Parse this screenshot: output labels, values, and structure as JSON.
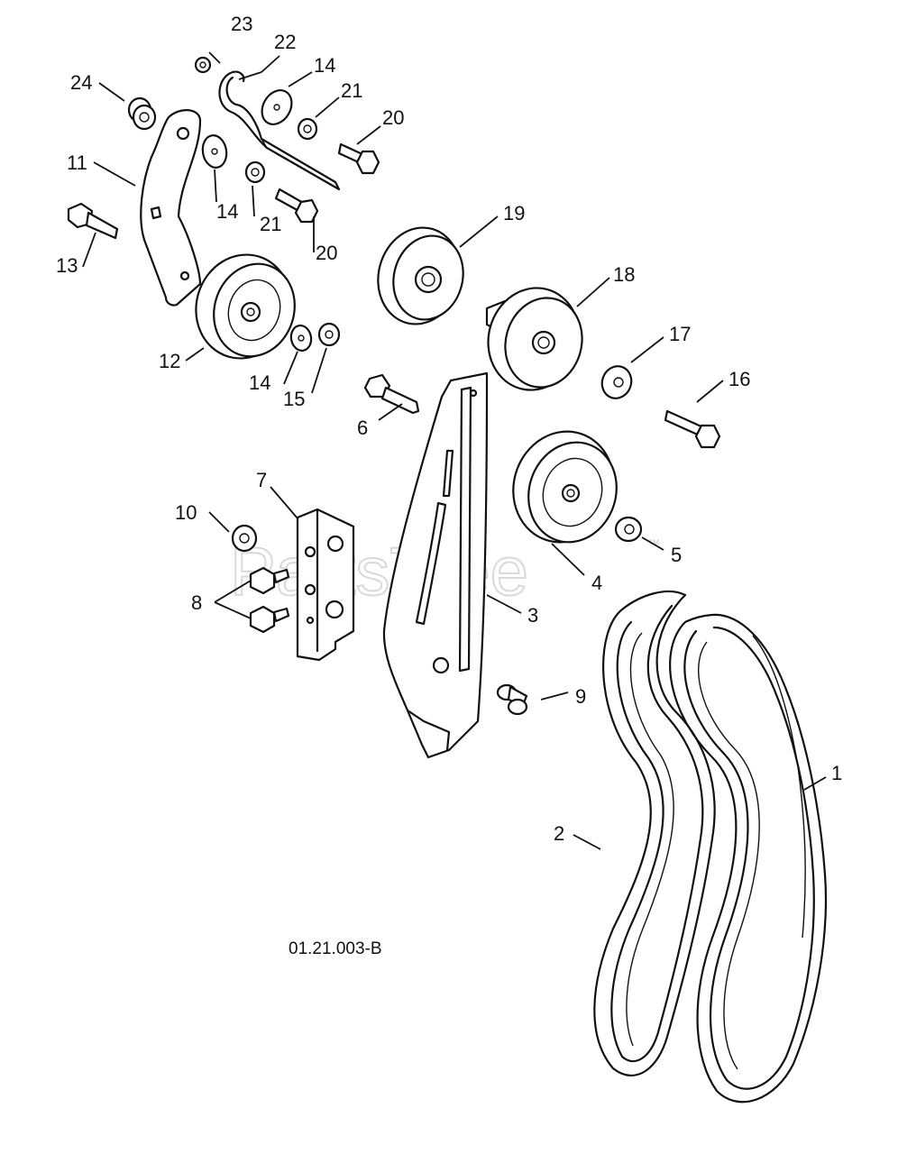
{
  "watermark": {
    "text": "PartsTree",
    "trademark": "™"
  },
  "diagram_code": "01.21.003-B",
  "callouts": {
    "c1": "1",
    "c2": "2",
    "c3": "3",
    "c4": "4",
    "c5": "5",
    "c6": "6",
    "c7": "7",
    "c8": "8",
    "c9": "9",
    "c10": "10",
    "c11": "11",
    "c12": "12",
    "c13": "13",
    "c14a": "14",
    "c14b": "14",
    "c14c": "14",
    "c15": "15",
    "c16": "16",
    "c17": "17",
    "c18": "18",
    "c19": "19",
    "c20a": "20",
    "c20b": "20",
    "c21a": "21",
    "c21b": "21",
    "c22": "22",
    "c23": "23",
    "c24": "24"
  }
}
